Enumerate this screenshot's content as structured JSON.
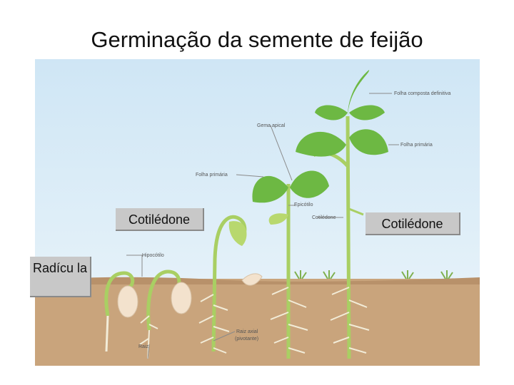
{
  "title": "Germinação da semente de feijão",
  "callouts": {
    "cotiledone_left": "Cotilédone",
    "cotiledone_right": "Cotilédone",
    "radicula": "Radícu la"
  },
  "figure_labels": {
    "folha_composta": "Folha composta definitiva",
    "gema_apical": "Gema apical",
    "folha_primaria_right": "Folha primária",
    "folha_primaria_left": "Folha primária",
    "epicotilo": "Epicótilo",
    "cotiledone_small": "Cotilédone",
    "hipocotilo": "Hipocótilo",
    "raiz_axial": "Raiz axial",
    "pivotante": "(pivotante)",
    "raiz": "Raiz"
  },
  "colors": {
    "sky": "#d4e9f6",
    "soil": "#c9a47c",
    "stem": "#a9cf63",
    "leaf": "#6db843",
    "root": "#f2ecd8",
    "seed": "#f3e2cd"
  }
}
